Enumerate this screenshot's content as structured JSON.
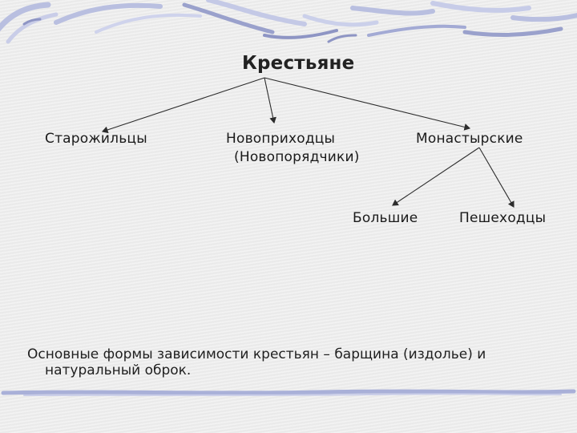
{
  "diagram": {
    "root": "Крестьяне",
    "children": [
      {
        "label": "Старожильцы"
      },
      {
        "label": "Новоприходцы",
        "sublabel": "(Новопорядчики)"
      },
      {
        "label": "Монастырские",
        "children": [
          {
            "label": "Большие"
          },
          {
            "label": "Пешеходцы"
          }
        ]
      }
    ]
  },
  "note": {
    "line1": "Основные формы зависимости крестьян – барщина (издолье) и",
    "line2": "натуральный оброк."
  },
  "colors": {
    "decor_stroke": "#b9bfe0",
    "decor_dark": "#8e95c4",
    "bottom_rule": "#a9b0d8",
    "connector": "#2c2c2c"
  }
}
